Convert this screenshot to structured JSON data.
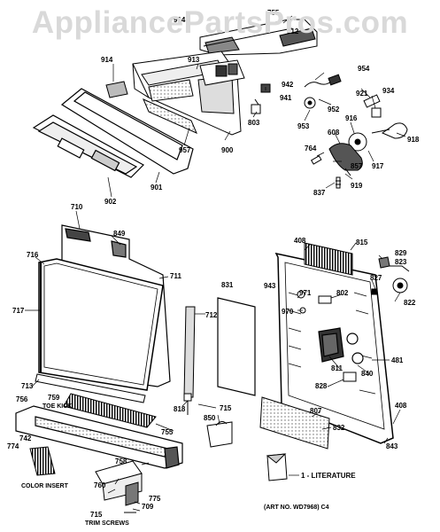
{
  "watermark": "AppliancePartsPros.com",
  "art_number": "(ART NO. WD7968) C4",
  "captions": {
    "toe_kick": "TOE KICK",
    "color_insert": "COLOR INSERT",
    "trim_screws": "TRIM SCREWS",
    "literature": "1 - LITERATURE"
  },
  "part_labels": [
    {
      "id": "p755a",
      "text": "755"
    },
    {
      "id": "p914a",
      "text": "914"
    },
    {
      "id": "p912",
      "text": "912"
    },
    {
      "id": "p914b",
      "text": "914"
    },
    {
      "id": "p913",
      "text": "913"
    },
    {
      "id": "p954",
      "text": "954"
    },
    {
      "id": "p942",
      "text": "942"
    },
    {
      "id": "p941",
      "text": "941"
    },
    {
      "id": "p921",
      "text": "921"
    },
    {
      "id": "p934",
      "text": "934"
    },
    {
      "id": "p952",
      "text": "952"
    },
    {
      "id": "p803",
      "text": "803"
    },
    {
      "id": "p953",
      "text": "953"
    },
    {
      "id": "p916",
      "text": "916"
    },
    {
      "id": "p608",
      "text": "608"
    },
    {
      "id": "p918",
      "text": "918"
    },
    {
      "id": "p764",
      "text": "764"
    },
    {
      "id": "p957",
      "text": "957"
    },
    {
      "id": "p900",
      "text": "900"
    },
    {
      "id": "p857",
      "text": "857"
    },
    {
      "id": "p917",
      "text": "917"
    },
    {
      "id": "p837",
      "text": "837"
    },
    {
      "id": "p919",
      "text": "919"
    },
    {
      "id": "p901",
      "text": "901"
    },
    {
      "id": "p902",
      "text": "902"
    },
    {
      "id": "p710",
      "text": "710"
    },
    {
      "id": "p849",
      "text": "849"
    },
    {
      "id": "p408a",
      "text": "408"
    },
    {
      "id": "p815",
      "text": "815"
    },
    {
      "id": "p829",
      "text": "829"
    },
    {
      "id": "p823",
      "text": "823"
    },
    {
      "id": "p716",
      "text": "716"
    },
    {
      "id": "p711",
      "text": "711"
    },
    {
      "id": "p831",
      "text": "831"
    },
    {
      "id": "p943",
      "text": "943"
    },
    {
      "id": "p827",
      "text": "827"
    },
    {
      "id": "p971",
      "text": "971"
    },
    {
      "id": "p802",
      "text": "802"
    },
    {
      "id": "p822",
      "text": "822"
    },
    {
      "id": "p717",
      "text": "717"
    },
    {
      "id": "p712",
      "text": "712"
    },
    {
      "id": "p970",
      "text": "970"
    },
    {
      "id": "p481",
      "text": "481"
    },
    {
      "id": "p811",
      "text": "811"
    },
    {
      "id": "p840",
      "text": "840"
    },
    {
      "id": "p713",
      "text": "713"
    },
    {
      "id": "p828",
      "text": "828"
    },
    {
      "id": "p759",
      "text": "759"
    },
    {
      "id": "p756",
      "text": "756"
    },
    {
      "id": "p818",
      "text": "818"
    },
    {
      "id": "p715a",
      "text": "715"
    },
    {
      "id": "p408b",
      "text": "408"
    },
    {
      "id": "p807",
      "text": "807"
    },
    {
      "id": "p850",
      "text": "850"
    },
    {
      "id": "p755b",
      "text": "755"
    },
    {
      "id": "p832",
      "text": "832"
    },
    {
      "id": "p742",
      "text": "742"
    },
    {
      "id": "p774",
      "text": "774"
    },
    {
      "id": "p843",
      "text": "843"
    },
    {
      "id": "p758",
      "text": "758"
    },
    {
      "id": "p760",
      "text": "760"
    },
    {
      "id": "p775",
      "text": "775"
    },
    {
      "id": "p709",
      "text": "709"
    },
    {
      "id": "p715b",
      "text": "715"
    }
  ]
}
